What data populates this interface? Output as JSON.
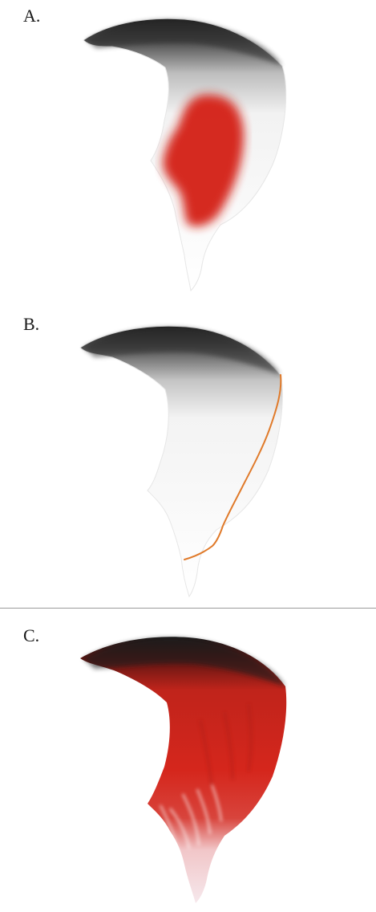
{
  "panels": [
    {
      "label": "A."
    },
    {
      "label": "B."
    },
    {
      "label": "C."
    }
  ],
  "colors": {
    "highlight_red": "#d5261c",
    "boundary_orange": "#e07a2a",
    "tissue_white": "#ffffff",
    "shading_dark": "#1e1e1e",
    "divider_gray": "#9a9a9a"
  }
}
